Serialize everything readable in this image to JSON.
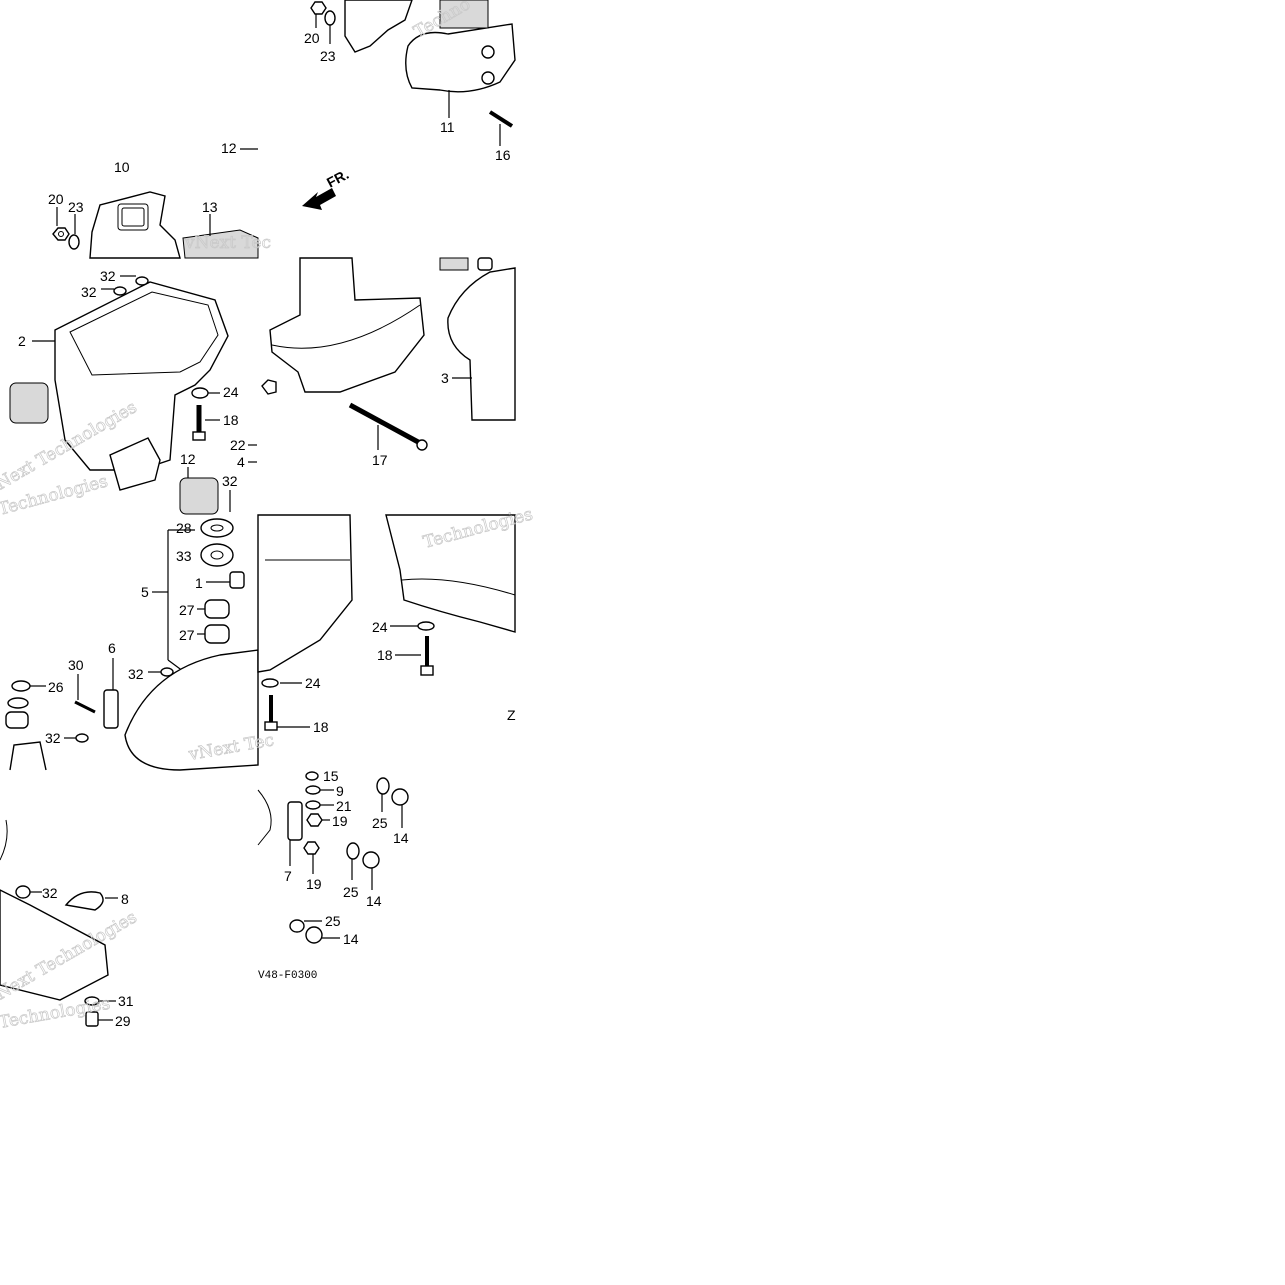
{
  "diagram": {
    "watermarks": [
      "vNext Technologies",
      "Technologies",
      "vNext Technologies",
      "Next Technologies",
      "vNext Tec",
      "Techno"
    ],
    "labels": {
      "l1": "1",
      "l2": "2",
      "l3": "3",
      "l4": "4",
      "l5": "5",
      "l6": "6",
      "l7": "7",
      "l8": "8",
      "l9": "9",
      "l10": "10",
      "l11": "11",
      "l12a": "12",
      "l12b": "12",
      "l13": "13",
      "l14a": "14",
      "l14b": "14",
      "l14c": "14",
      "l15": "15",
      "l16": "16",
      "l17": "17",
      "l18a": "18",
      "l18b": "18",
      "l18c": "18",
      "l19a": "19",
      "l19b": "19",
      "l20a": "20",
      "l20b": "20",
      "l21": "21",
      "l22": "22",
      "l23a": "23",
      "l23b": "23",
      "l24a": "24",
      "l24b": "24",
      "l24c": "24",
      "l25a": "25",
      "l25b": "25",
      "l25c": "25",
      "l26": "26",
      "l27a": "27",
      "l27b": "27",
      "l28": "28",
      "l29": "29",
      "l30": "30",
      "l31": "31",
      "l32a": "32",
      "l32b": "32",
      "l32c": "32",
      "l32d": "32",
      "l32e": "32",
      "l32f": "32",
      "l33": "33",
      "lz": "Z"
    },
    "front_marker": "FR.",
    "reference_code": "V48-F0300"
  }
}
